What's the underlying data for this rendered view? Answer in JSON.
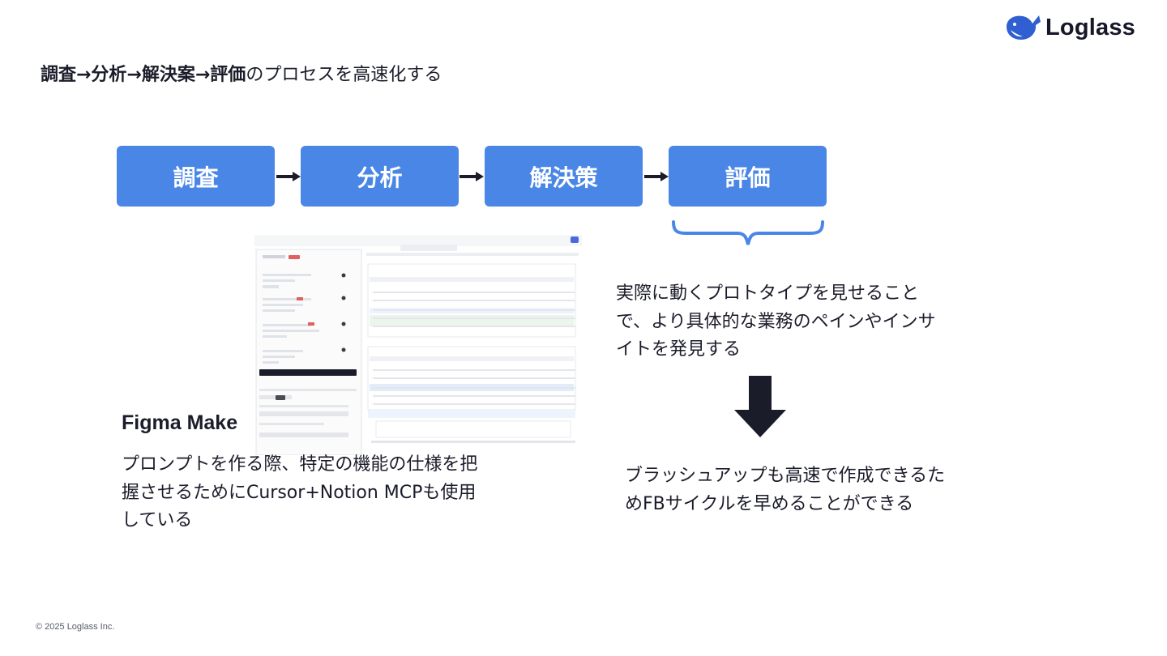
{
  "brand": {
    "logo_text": "Loglass"
  },
  "headline": {
    "bold": "調査→分析→解決案→評価",
    "rest": "のプロセスを高速化する"
  },
  "steps": [
    {
      "label": "調査"
    },
    {
      "label": "分析"
    },
    {
      "label": "解決策"
    },
    {
      "label": "評価"
    }
  ],
  "left_panel": {
    "title": "Figma Make",
    "description": "プロンプトを作る際、特定の機能の仕様を把握させるためにCursor+Notion MCPも使用している"
  },
  "right_panel": {
    "text_top": "実際に動くプロトタイプを見せることで、より具体的な業務のペインやインサイトを発見する",
    "text_bottom": "ブラッシュアップも高速で作成できるためFBサイクルを早めることができる"
  },
  "footer": {
    "copyright": "© 2025 Loglass Inc."
  },
  "colors": {
    "step_blue": "#4a86e6",
    "arrow_dark": "#1b1c2a",
    "brand_blue": "#2f5fd0"
  },
  "icons": {
    "logo": "whale-icon",
    "step_arrow": "arrow-right-icon",
    "down": "arrow-down-icon",
    "brace": "curly-brace-icon"
  }
}
